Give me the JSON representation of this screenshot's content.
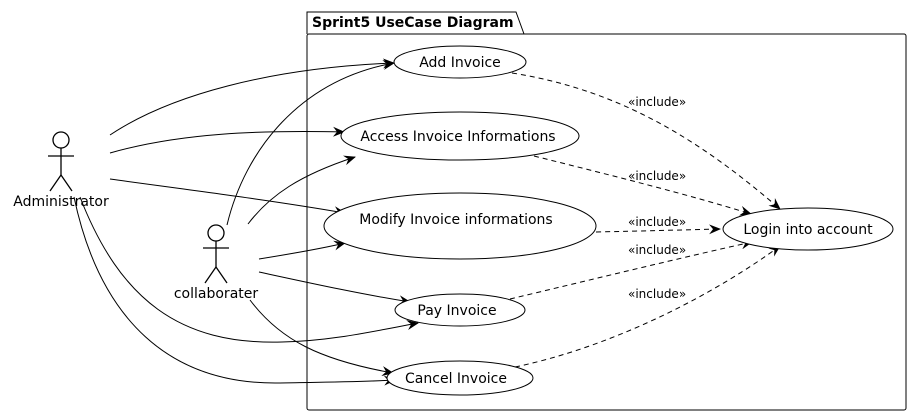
{
  "package": {
    "title": "Sprint5 UseCase Diagram"
  },
  "actors": {
    "administrator": "Administrator",
    "collaborater": "collaborater"
  },
  "usecases": {
    "add_invoice": "Add Invoice",
    "access_invoice": "Access Invoice Informations",
    "modify_invoice": "Modify Invoice informations",
    "pay_invoice": "Pay Invoice",
    "cancel_invoice": "Cancel Invoice",
    "login": "Login into account"
  },
  "include_label": "«include»"
}
